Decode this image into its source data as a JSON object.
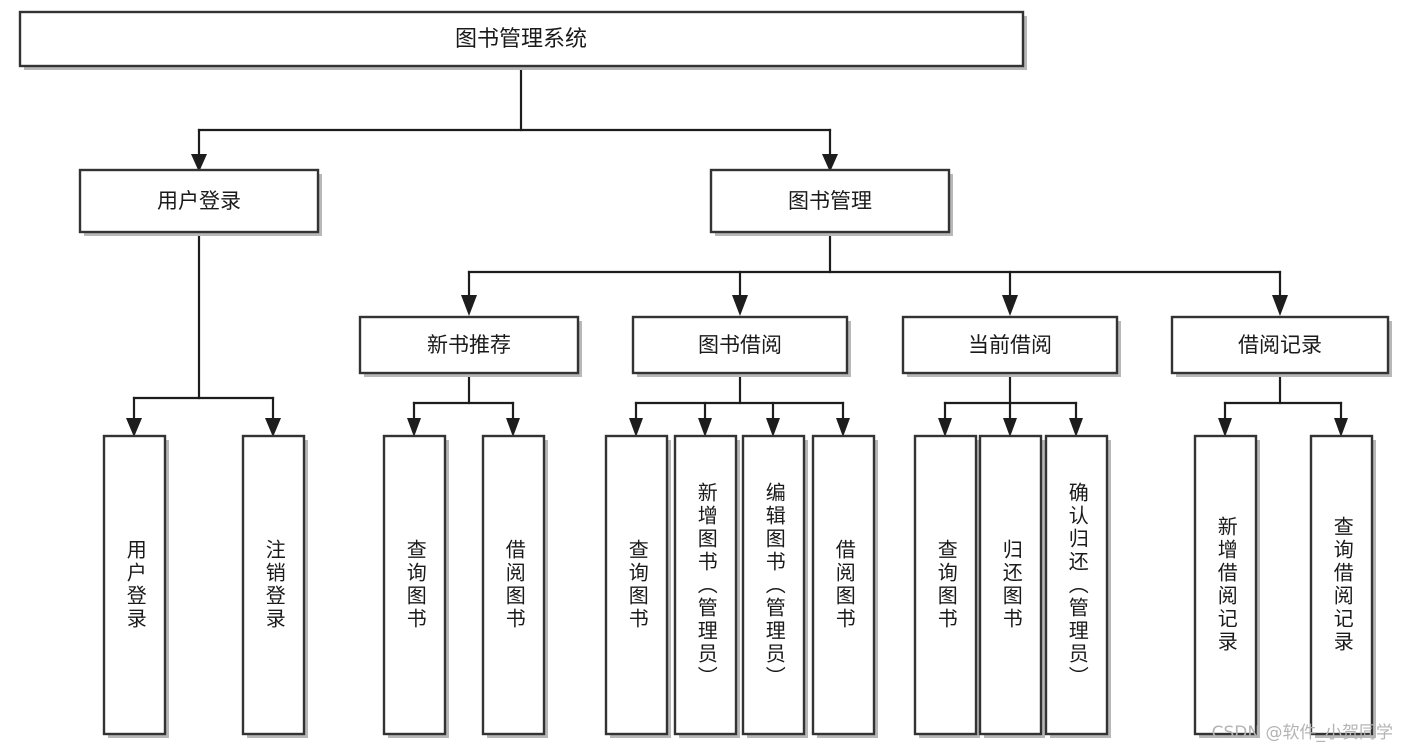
{
  "diagram": {
    "title": "图书管理系统",
    "type": "功能结构图",
    "watermark": "CSDN @软件_小贺同学",
    "colors": {
      "box_stroke": "#333333",
      "box_fill": "#ffffff",
      "connector": "#1d1d1d",
      "text": "#1a1a1a",
      "shadow": "#b8b8b8",
      "watermark": "#b4b4b4",
      "background": "#ffffff"
    },
    "root": {
      "label": "图书管理系统"
    },
    "level2": [
      {
        "label": "用户登录"
      },
      {
        "label": "图书管理"
      }
    ],
    "level3": [
      {
        "label": "新书推荐"
      },
      {
        "label": "图书借阅"
      },
      {
        "label": "当前借阅"
      },
      {
        "label": "借阅记录"
      }
    ],
    "leaves": {
      "user_login": [
        {
          "label": "用户登录"
        },
        {
          "label": "注销登录"
        }
      ],
      "new_book_recommend": [
        {
          "label": "查询图书"
        },
        {
          "label": "借阅图书"
        }
      ],
      "book_borrow": [
        {
          "label": "查询图书"
        },
        {
          "label": "新增图书（管理员）"
        },
        {
          "label": "编辑图书（管理员）"
        },
        {
          "label": "借阅图书"
        }
      ],
      "current_borrow": [
        {
          "label": "查询图书"
        },
        {
          "label": "归还图书"
        },
        {
          "label": "确认归还（管理员）"
        }
      ],
      "borrow_record": [
        {
          "label": "新增借阅记录"
        },
        {
          "label": "查询借阅记录"
        }
      ]
    }
  }
}
